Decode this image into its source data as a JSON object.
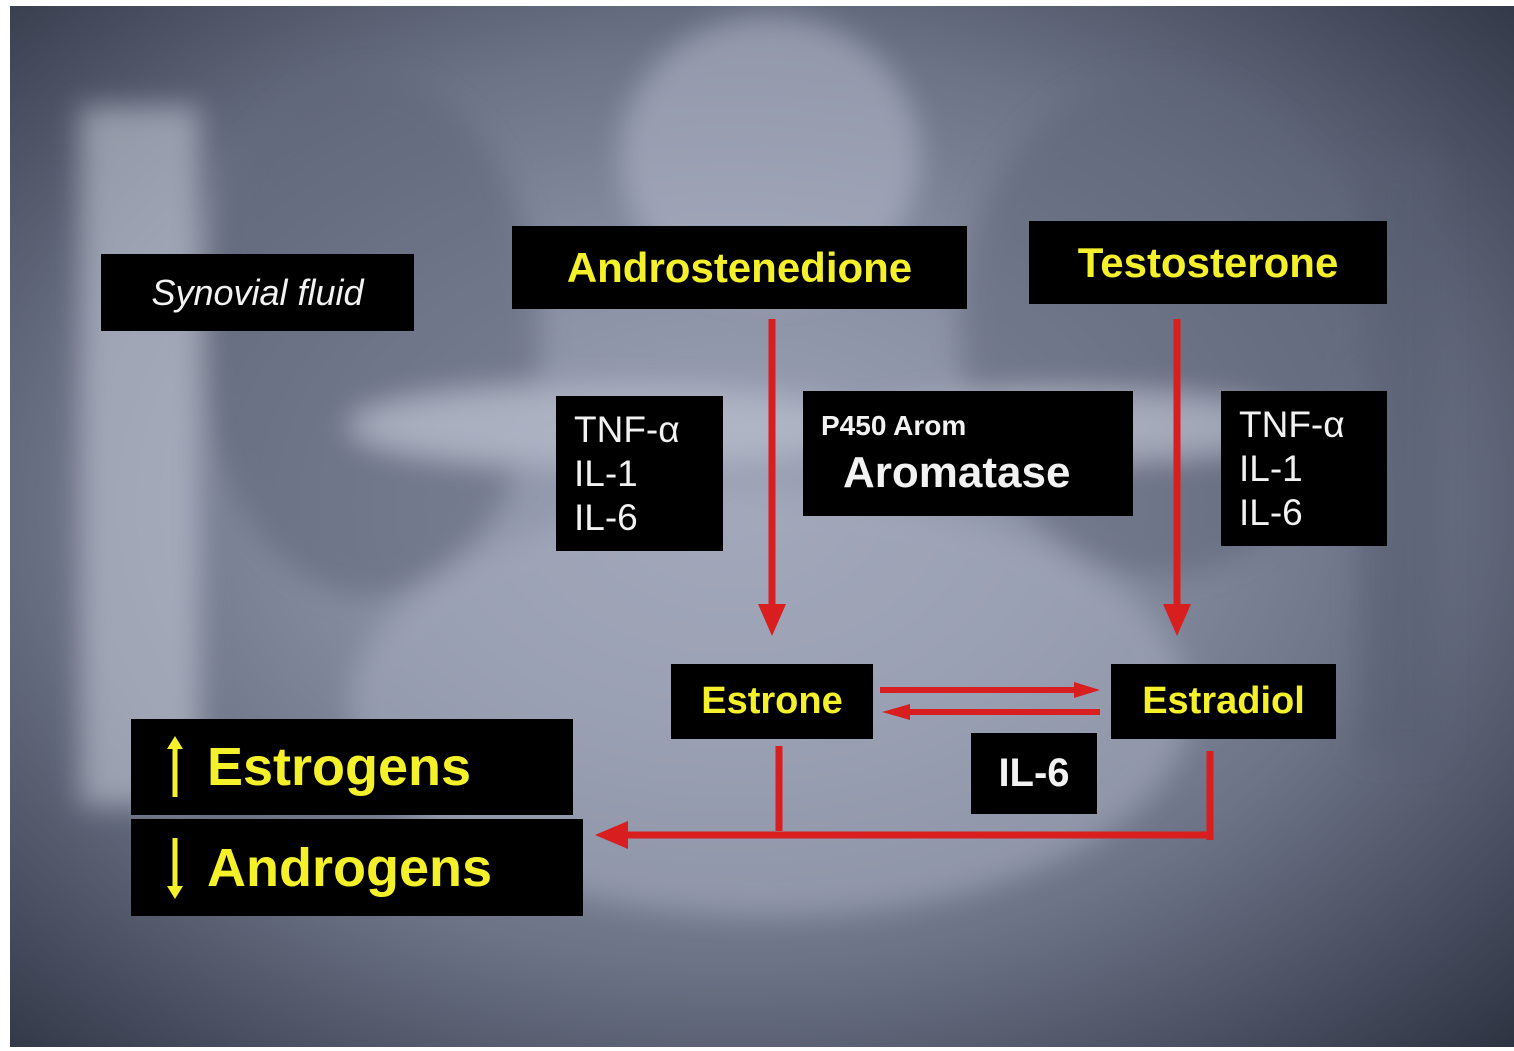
{
  "nodes": {
    "synovial_fluid": "Synovial fluid",
    "androstenedione": "Androstenedione",
    "testosterone": "Testosterone",
    "cytokines_left": [
      "TNF-α",
      "IL-1",
      "IL-6"
    ],
    "cytokines_right": [
      "TNF-α",
      "IL-1",
      "IL-6"
    ],
    "enzyme_code": "P450 Arom",
    "enzyme_name": "Aromatase",
    "estrone": "Estrone",
    "estradiol": "Estradiol",
    "il6_mid": "IL-6",
    "estrogens": "Estrogens",
    "androgens": "Androgens"
  },
  "colors": {
    "arrow": "#d81e1e",
    "label_yellow": "#f4f02a",
    "label_white": "#f2f2f2",
    "box": "#000000"
  },
  "icons": {
    "estrogens_direction": "up-arrow-icon",
    "androgens_direction": "down-arrow-icon"
  }
}
